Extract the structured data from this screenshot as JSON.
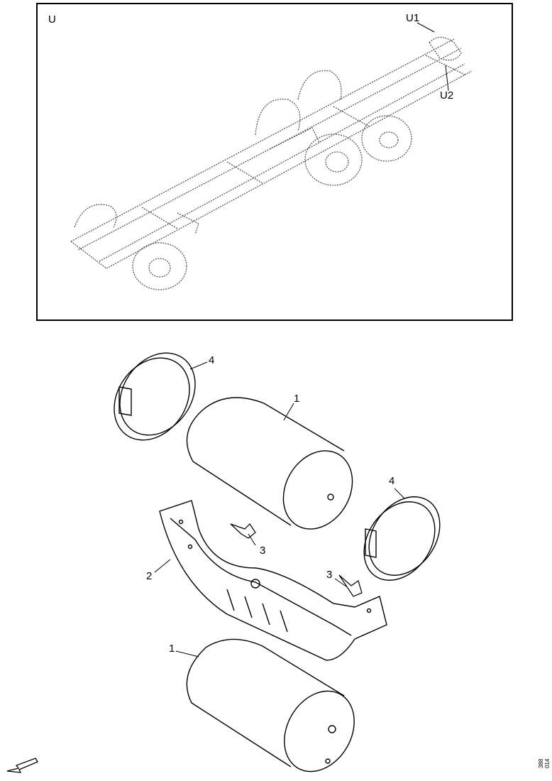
{
  "inset": {
    "view_label": "U",
    "detail_labels": [
      "U1",
      "U2"
    ]
  },
  "callouts": {
    "air_tank": "1",
    "bracket": "2",
    "bolt": "3",
    "strap": "4"
  },
  "figure_code": "388 014",
  "icons": {
    "direction_arrow": "arrow-forward-icon"
  }
}
